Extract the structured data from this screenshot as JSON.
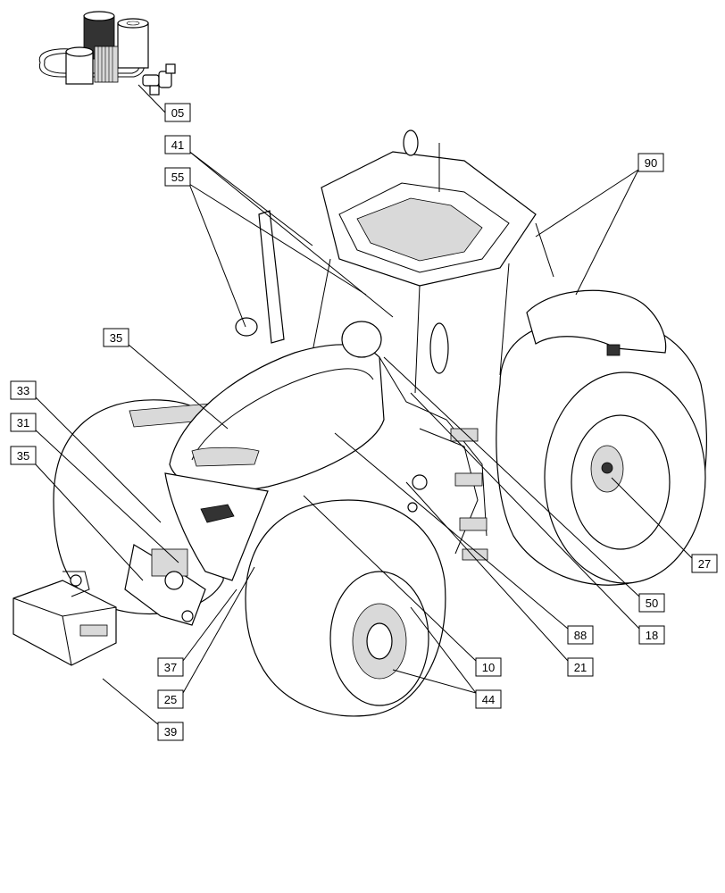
{
  "callouts": [
    {
      "id": "c05",
      "label": "05"
    },
    {
      "id": "c41",
      "label": "41"
    },
    {
      "id": "c55",
      "label": "55"
    },
    {
      "id": "c90",
      "label": "90"
    },
    {
      "id": "c35a",
      "label": "35"
    },
    {
      "id": "c33",
      "label": "33"
    },
    {
      "id": "c31",
      "label": "31"
    },
    {
      "id": "c35b",
      "label": "35"
    },
    {
      "id": "c27",
      "label": "27"
    },
    {
      "id": "c50",
      "label": "50"
    },
    {
      "id": "c88",
      "label": "88"
    },
    {
      "id": "c18",
      "label": "18"
    },
    {
      "id": "c10",
      "label": "10"
    },
    {
      "id": "c21",
      "label": "21"
    },
    {
      "id": "c44",
      "label": "44"
    },
    {
      "id": "c37",
      "label": "37"
    },
    {
      "id": "c25",
      "label": "25"
    },
    {
      "id": "c39",
      "label": "39"
    }
  ]
}
